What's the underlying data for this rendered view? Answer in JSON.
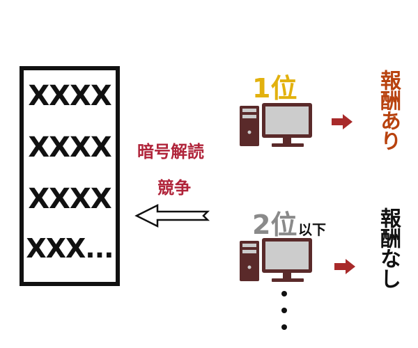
{
  "block": {
    "lines": [
      "XXXX",
      "XXXX",
      "XXXX",
      "XXX..."
    ]
  },
  "competition": {
    "line1": "暗号解読",
    "line2": "競争"
  },
  "ranks": {
    "first": "1位",
    "second": "2位",
    "second_suffix": "以下"
  },
  "rewards": {
    "first": "報酬あり",
    "second": "報酬なし"
  },
  "colors": {
    "dark_red": "#b0243a",
    "gold": "#e2b10e",
    "gray": "#8a8a8a",
    "reward_orange": "#b8420e",
    "arrow_red": "#a82a2a",
    "computer_gray": "#cccccc",
    "computer_outline": "#5a2a2a"
  }
}
